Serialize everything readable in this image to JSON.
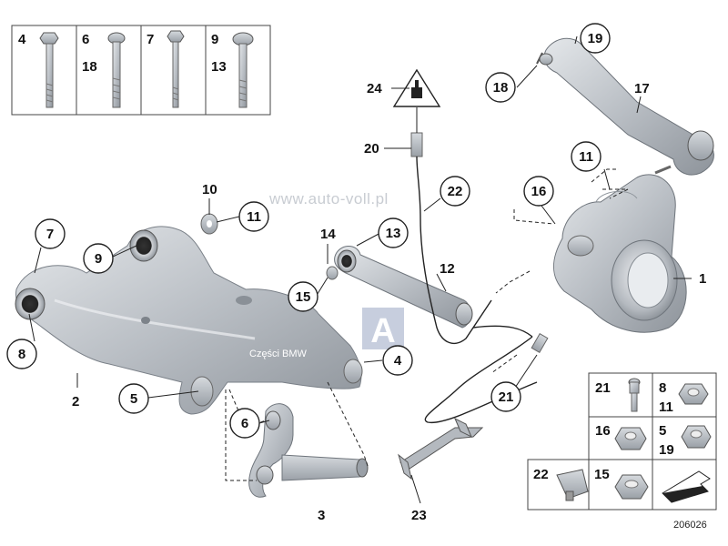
{
  "diagram": {
    "reference_number": "206026",
    "watermark_url": "www.auto-voll.pl",
    "watermark_caption": "Części BMW",
    "watermark_logo_letter": "A",
    "callouts": {
      "c1": "1",
      "c2": "2",
      "c3": "3",
      "c4": "4",
      "c5": "5",
      "c6": "6",
      "c7": "7",
      "c8": "8",
      "c9": "9",
      "c10": "10",
      "c11a": "11",
      "c11b": "11",
      "c12": "12",
      "c13": "13",
      "c14": "14",
      "c15": "15",
      "c16": "16",
      "c17": "17",
      "c18": "18",
      "c19": "19",
      "c20": "20",
      "c21": "21",
      "c22": "22",
      "c23": "23",
      "c24": "24"
    },
    "bolt_box": {
      "cells": [
        {
          "top": "4",
          "bottom": ""
        },
        {
          "top": "6",
          "bottom": "18"
        },
        {
          "top": "7",
          "bottom": ""
        },
        {
          "top": "9",
          "bottom": "13"
        }
      ]
    },
    "nut_box": {
      "cells": [
        {
          "top": "21",
          "bottom": ""
        },
        {
          "top": "8",
          "bottom": "11"
        },
        {
          "top": "16",
          "bottom": ""
        },
        {
          "top": "5",
          "bottom": "19"
        },
        {
          "top": "22",
          "bottom": ""
        },
        {
          "top": "15",
          "bottom": ""
        }
      ]
    }
  }
}
